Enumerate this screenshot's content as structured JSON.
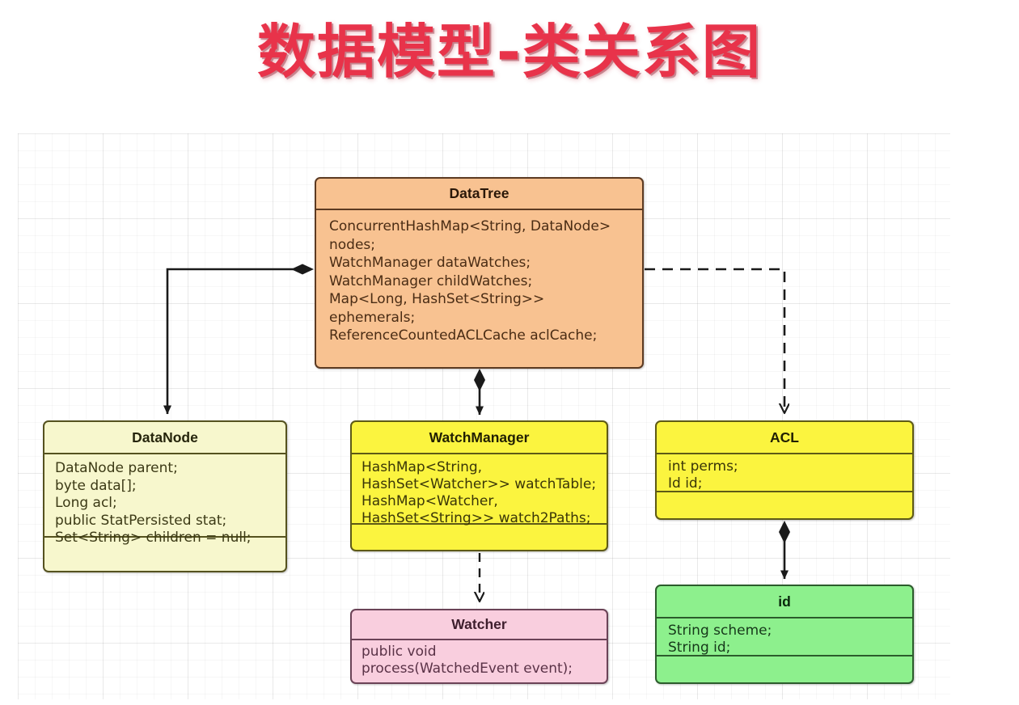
{
  "title": "数据模型-类关系图",
  "canvas": {
    "background": "#ffffff",
    "grid_color": "#eaeaea",
    "accent_color": "#e8334a"
  },
  "classes": [
    {
      "id": "datatree",
      "name": "DataTree",
      "fill": "#f8c291",
      "stroke": "#5c3a22",
      "attributes": "ConcurrentHashMap<String, DataNode>\nnodes;\nWatchManager dataWatches;\nWatchManager childWatches;\nMap<Long, HashSet<String>>\nephemerals;\nReferenceCountedACLCache aclCache;",
      "methods": ""
    },
    {
      "id": "datanode",
      "name": "DataNode",
      "fill": "#f7f7cd",
      "stroke": "#55521f",
      "attributes": "DataNode parent;\nbyte data[];\nLong acl;\npublic StatPersisted stat;\nSet<String> children = null;",
      "methods": ""
    },
    {
      "id": "watchmanager",
      "name": "WatchManager",
      "fill": "#fbf43f",
      "stroke": "#5e5a16",
      "attributes": "HashMap<String,\nHashSet<Watcher>> watchTable;\nHashMap<Watcher,\nHashSet<String>> watch2Paths;",
      "methods": ""
    },
    {
      "id": "acl",
      "name": "ACL",
      "fill": "#fbf43f",
      "stroke": "#5e5a16",
      "attributes": "int perms;\nId id;",
      "methods": ""
    },
    {
      "id": "watcher",
      "name": "Watcher",
      "fill": "#f9cede",
      "stroke": "#6b4357",
      "attributes": "public void\nprocess(WatchedEvent event);",
      "methods": ""
    },
    {
      "id": "id",
      "name": "id",
      "fill": "#8df08d",
      "stroke": "#2c5c2c",
      "attributes": "String scheme;\nString id;",
      "methods": ""
    }
  ],
  "relationships": [
    {
      "from": "DataTree",
      "to": "DataNode",
      "type": "composition",
      "line": "solid",
      "label": ""
    },
    {
      "from": "DataTree",
      "to": "WatchManager",
      "type": "composition",
      "line": "solid",
      "label": ""
    },
    {
      "from": "DataTree",
      "to": "ACL",
      "type": "dependency",
      "line": "dashed",
      "label": ""
    },
    {
      "from": "WatchManager",
      "to": "Watcher",
      "type": "dependency",
      "line": "dashed",
      "label": ""
    },
    {
      "from": "ACL",
      "to": "id",
      "type": "composition",
      "line": "solid",
      "label": ""
    }
  ]
}
